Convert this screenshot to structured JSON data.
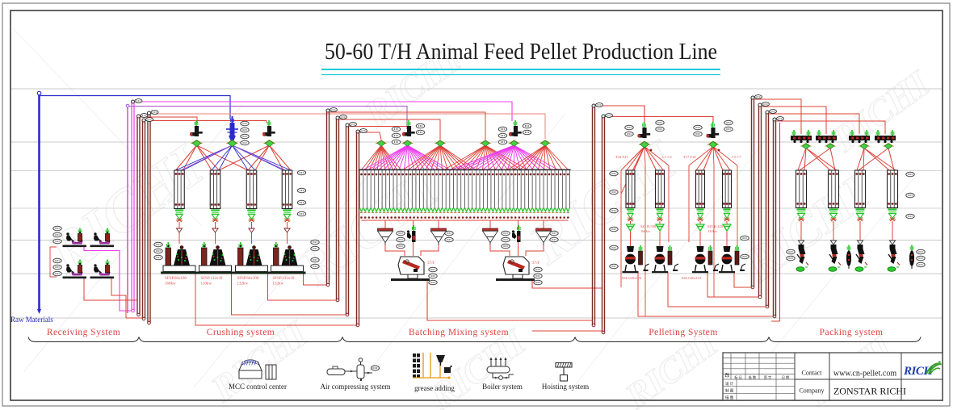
{
  "title": {
    "text": "50-60 T/H Animal Feed Pellet Production Line",
    "color": "#1c1c1c",
    "underline_color": "#1fc9d6"
  },
  "raw_materials": {
    "text": "Raw Materials",
    "color": "#2424bb"
  },
  "sections": {
    "label_color": "#e04040",
    "items": [
      {
        "label": "Receiving System"
      },
      {
        "label": "Crushing system"
      },
      {
        "label": "Batching Mixing system"
      },
      {
        "label": "Pelleting System"
      },
      {
        "label": "Packing system"
      }
    ]
  },
  "legend": {
    "items": [
      {
        "label": "MCC control center",
        "icon": "mcc-console-icon"
      },
      {
        "label": "Air compressing system",
        "icon": "air-compressor-icon"
      },
      {
        "label": "grease adding",
        "icon": "grease-adding-icon"
      },
      {
        "label": "Boiler system",
        "icon": "boiler-icon"
      },
      {
        "label": "Hoisting system",
        "icon": "hoist-icon"
      }
    ]
  },
  "machine_labels": {
    "crushing_mills": [
      [
        "SFSP.66x100",
        "160kw"
      ],
      [
        "SFSP.132x30",
        "110kw"
      ],
      [
        "SFSP.66x100",
        "132kw"
      ],
      [
        "SFSP.132x30",
        "132kw"
      ]
    ],
    "mixers": [
      "37/F",
      "37/F"
    ],
    "pelleting_distributors": [
      "F24 F23",
      "C1 C2",
      "F17 F18",
      "C5 C7"
    ],
    "conditioners": [
      [
        "SZLH.508",
        "160kw"
      ],
      [
        "SZLH.420",
        "110kw"
      ]
    ],
    "pellet_mills": [
      "SSLG20x170",
      "SSLG20x110"
    ],
    "label_color": "#e05050"
  },
  "titleblock": {
    "contact_label": "Contact",
    "contact_value": "www.cn-pellet.com",
    "company_label": "Company",
    "company_value": "ZONSTAR RICHI",
    "logo_text": "RICH",
    "logo_color": "#1b3fae",
    "logo_swoosh_color": "#3aa32a",
    "rev_char": "改",
    "rev_header": [
      "标 记",
      "处 数",
      "签 字",
      "日 期"
    ],
    "left_rows": [
      "设 计",
      "制 图",
      "描 图"
    ]
  },
  "watermark": {
    "text": "RICHI"
  },
  "colors": {
    "red": "#dd4036",
    "salmon": "#ea8078",
    "maroon": "#7c2b26",
    "magenta": "#ee3cee",
    "violet": "#a855cc",
    "blue": "#2b2bce",
    "green": "#27c32a",
    "diamond_fill": "#46d046",
    "diamond_stroke": "#b78a28",
    "dot": "#7c2020",
    "dark": "#161616",
    "gray_line": "#b9b9b9",
    "border": "#3c3c3c"
  }
}
